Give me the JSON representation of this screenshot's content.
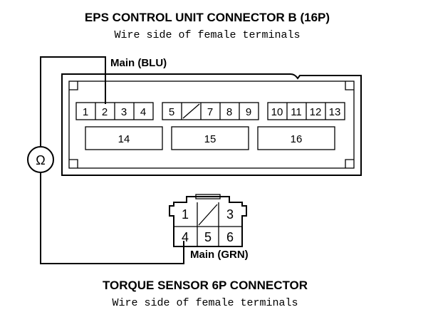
{
  "eps_connector": {
    "title": "EPS CONTROL UNIT CONNECTOR B (16P)",
    "subtitle": "Wire side of female terminals",
    "wire_label": "Main (BLU)",
    "pins_row1": [
      "1",
      "2",
      "3",
      "4",
      "5",
      "7",
      "8",
      "9",
      "10",
      "11",
      "12",
      "13"
    ],
    "pins_row2": [
      "14",
      "15",
      "16"
    ]
  },
  "torque_connector": {
    "title": "TORQUE SENSOR 6P CONNECTOR",
    "subtitle": "Wire side of female terminals",
    "wire_label": "Main (GRN)",
    "pins_top": [
      "1",
      "3"
    ],
    "pins_bottom": [
      "4",
      "5",
      "6"
    ]
  },
  "meter": {
    "symbol": "Ω"
  }
}
